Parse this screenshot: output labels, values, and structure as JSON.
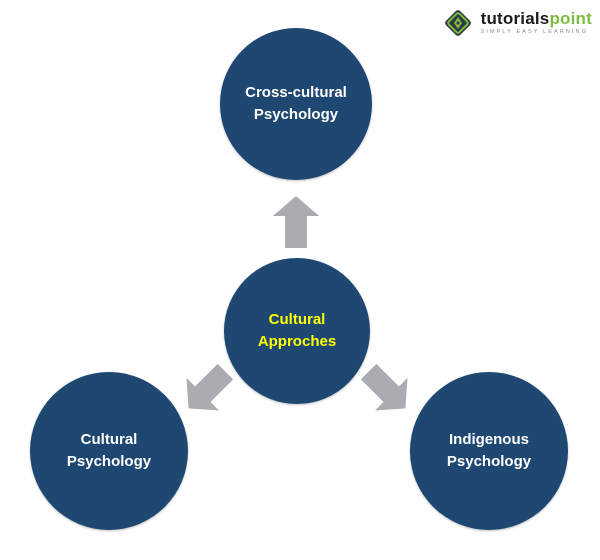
{
  "logo": {
    "brand_primary": "tutorials",
    "brand_secondary": "point",
    "tagline": "SIMPLY EASY LEARNING"
  },
  "diagram": {
    "center": {
      "label": "Cultural\nApproches"
    },
    "top": {
      "label": "Cross-cultural\nPsychology"
    },
    "bottom_left": {
      "label": "Cultural\nPsychology"
    },
    "bottom_right": {
      "label": "Indigenous\nPsychology"
    }
  },
  "colors": {
    "circle_fill": "#1E4872",
    "node_text": "#FFFFFF",
    "center_text": "#FFFF00",
    "arrow_fill": "#A9ACB0",
    "logo_green": "#7EBB42"
  }
}
